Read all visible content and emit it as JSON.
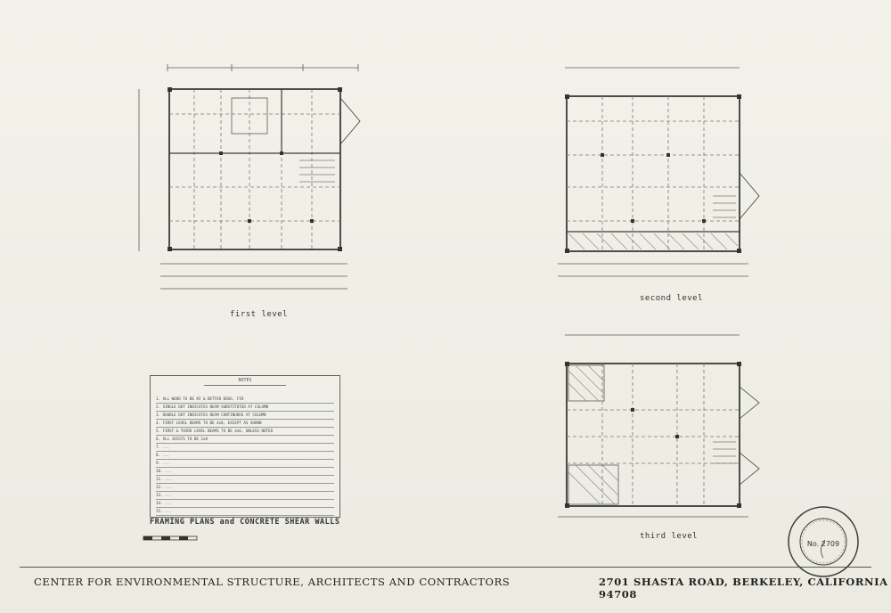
{
  "sheet": {
    "title": "FRAMING PLANS and CONCRETE SHEAR WALLS",
    "office": "CENTER FOR ENVIRONMENTAL STRUCTURE, ARCHITECTS AND CONTRACTORS",
    "address": "2701 SHASTA ROAD, BERKELEY, CALIFORNIA 94708"
  },
  "plans": {
    "first": {
      "label": "first level"
    },
    "second": {
      "label": "second level"
    },
    "third": {
      "label": "third level"
    }
  },
  "notes": {
    "heading": "NOTES",
    "items": [
      "1. ALL WOOD TO BE #2 & BETTER DOUG. FIR",
      "2. SINGLE DOT INDICATES BEAM SUBSTITUTED AT COLUMN",
      "3. DOUBLE DOT INDICATES BEAM CONTINUOUS AT COLUMN",
      "4. FIRST LEVEL BEAMS TO BE 4x6, EXCEPT AS SHOWN",
      "5. FIRST & THIRD LEVEL BEAMS TO BE 4x6, UNLESS NOTED",
      "6. ALL JOISTS TO BE 2x8",
      "7. ...",
      "8. ...",
      "9. ...",
      "10. ...",
      "11. ...",
      "12. ...",
      "13. ...",
      "14. ...",
      "15. ..."
    ]
  },
  "stamp": {
    "text": "REGISTERED ARCHITECT · STATE OF CALIFORNIA",
    "number": "No. 2709"
  },
  "colors": {
    "ink": "#3a3a3a",
    "paper": "#efeee6",
    "pencil": "#6a6a6a"
  }
}
